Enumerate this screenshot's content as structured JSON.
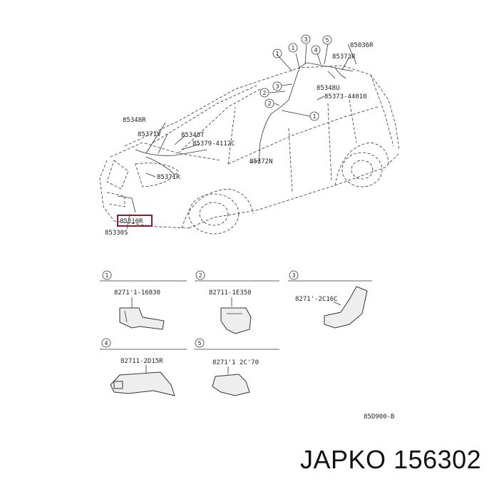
{
  "car_labels": {
    "p85036R": "85036R",
    "p85373R": "85373R",
    "p85348U": "85348U",
    "p85373_44010": "85373-44010",
    "p85348R": "85348R",
    "p85371V": "85371V",
    "p85348T": "85348T",
    "p85379_41120": "85379-4112C",
    "p85372N": "85372N",
    "p85371R": "85371R",
    "p85310R": "85310R",
    "p85330S": "85330S"
  },
  "callouts": [
    "1",
    "2",
    "3",
    "4",
    "5"
  ],
  "details": [
    {
      "num": "1",
      "part": "8271'1-16830"
    },
    {
      "num": "2",
      "part": "82711-1E350"
    },
    {
      "num": "3",
      "part": "8271'-2C16C"
    },
    {
      "num": "4",
      "part": "82711-2D15R"
    },
    {
      "num": "5",
      "part": "8271'1 2C'70"
    }
  ],
  "figure_code": "85D900-B",
  "highlight_color": "#8b1a2b",
  "brand": {
    "name": "JAPKO",
    "part_number": "156302"
  }
}
